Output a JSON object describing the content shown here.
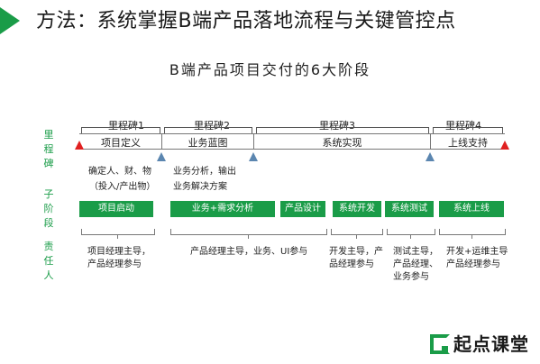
{
  "header": {
    "title": "方法：系统掌握B端产品落地流程与关键管控点"
  },
  "subtitle": "B端产品项目交付的6大阶段",
  "side_labels": {
    "milestone": "里程碑",
    "subphase": "子阶段",
    "responsible": "责任人"
  },
  "milestones": [
    "里程碑1",
    "里程碑2",
    "里程碑3",
    "里程碑4"
  ],
  "phases": [
    "项目定义",
    "业务蓝图",
    "系统实现",
    "上线支持"
  ],
  "descriptions": {
    "phase1_line1": "确定人、财、物",
    "phase1_line2": "（投入/产出物）",
    "phase2_line1": "业务分析，输出",
    "phase2_line2": "业务解决方案"
  },
  "subphases": [
    "项目启动",
    "业务+需求分析",
    "产品设计",
    "系统开发",
    "系统测试",
    "系统上线"
  ],
  "responsibilities": {
    "r1_line1": "项目经理主导，",
    "r1_line2": "产品经理参与",
    "r2_line1": "产品经理主导，业务、UI参与",
    "r3_line1": "开发主导，产",
    "r3_line2": "品经理参与",
    "r4_line1": "测试主导，",
    "r4_line2": "产品经理、",
    "r4_line3": "业务参与",
    "r5_line1": "开发+运维主导",
    "r5_line2": "产品经理参与"
  },
  "brand": {
    "name": "起点课堂"
  },
  "colors": {
    "accent": "#1a9c48",
    "start_end_marker": "#e02020",
    "milestone_marker": "#5b86b0"
  }
}
